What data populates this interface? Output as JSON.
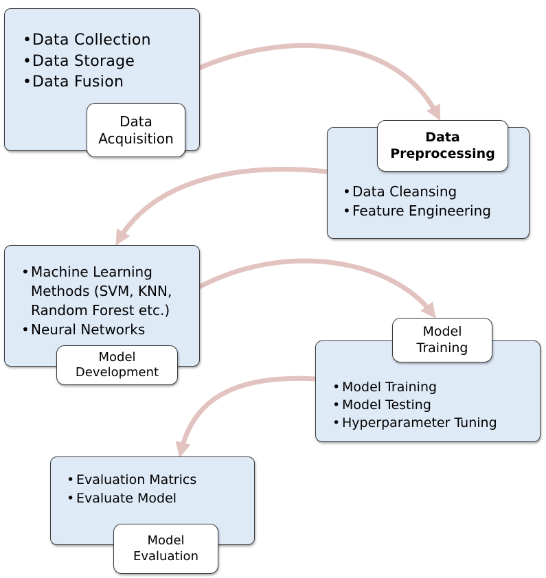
{
  "colors": {
    "panel_fill": "#dfeaf7",
    "arrow": "#e2c3bf",
    "border": "#3a3a3a"
  },
  "stages": [
    {
      "label": "Data\nAcquisition",
      "items": [
        "Data Collection",
        "Data Storage",
        "Data Fusion"
      ]
    },
    {
      "label": "Data\nPreprocessing",
      "items": [
        "Data Cleansing",
        "Feature Engineering"
      ]
    },
    {
      "label": "Model\nDevelopment",
      "items": [
        "Machine Learning\nMethods (SVM, KNN,\nRandom Forest etc.)",
        "Neural Networks"
      ]
    },
    {
      "label": "Model\nTraining",
      "items": [
        "Model Training",
        "Model Testing",
        "Hyperparameter Tuning"
      ]
    },
    {
      "label": "Model\nEvaluation",
      "items": [
        "Evaluation Matrics",
        "Evaluate Model"
      ]
    }
  ],
  "bullet_glyph": "•"
}
